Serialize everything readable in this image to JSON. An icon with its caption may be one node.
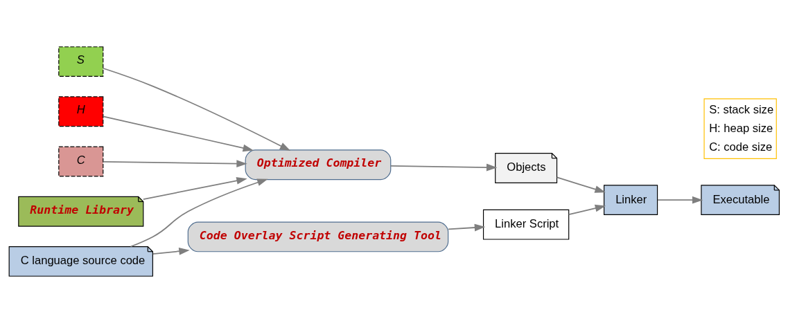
{
  "diagram": {
    "nodes": [
      {
        "text": [
          "S"
        ]
      },
      {
        "text": [
          "H"
        ]
      },
      {
        "text": [
          "C"
        ]
      },
      {
        "text": [
          "Runtime Library"
        ]
      },
      {
        "text": [
          "Optimized Compiler"
        ]
      },
      {
        "text": [
          "Objects"
        ]
      },
      {
        "text": [
          "C language source code"
        ]
      },
      {
        "text": [
          "Code Overlay Script Generating Tool"
        ]
      },
      {
        "text": [
          "Linker Script"
        ]
      },
      {
        "text": [
          "Linker"
        ]
      },
      {
        "text": [
          "Executable"
        ]
      }
    ],
    "edges": [
      {
        "from": 0,
        "to": 4,
        "arrow": "to"
      },
      {
        "from": 1,
        "to": 4,
        "arrow": "to"
      },
      {
        "from": 2,
        "to": 4,
        "arrow": "to"
      },
      {
        "from": 3,
        "to": 4,
        "arrow": "to"
      },
      {
        "from": 6,
        "to": 4,
        "arrow": "to"
      },
      {
        "from": 6,
        "to": 7,
        "arrow": "to"
      },
      {
        "from": 4,
        "to": 5,
        "arrow": "to"
      },
      {
        "from": 7,
        "to": 8,
        "arrow": "to"
      },
      {
        "from": 5,
        "to": 9,
        "arrow": "to"
      },
      {
        "from": 8,
        "to": 9,
        "arrow": "to"
      },
      {
        "from": 9,
        "to": 10,
        "arrow": "to"
      }
    ],
    "labels": [
      "S: stack size",
      "H: heap size",
      "C: code size"
    ]
  }
}
